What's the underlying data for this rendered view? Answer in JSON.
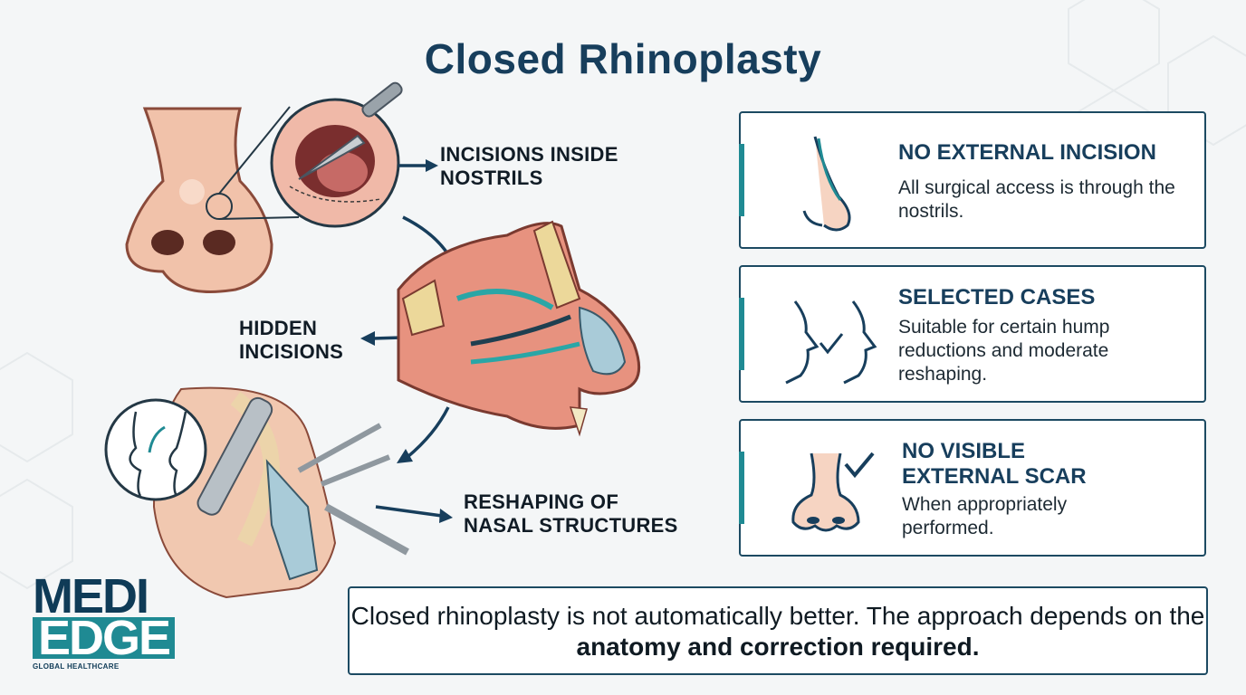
{
  "title": "Closed Rhinoplasty",
  "labels": {
    "incisions_inside": "INCISIONS INSIDE\nNOSTRILS",
    "hidden_incisions": "HIDDEN\nINCISIONS",
    "reshaping": "RESHAPING OF\nNASAL STRUCTURES"
  },
  "cards": [
    {
      "icon": "nose-profile-icon",
      "title": "NO EXTERNAL INCISION",
      "body": "All surgical access is through the nostrils."
    },
    {
      "icon": "face-profiles-check-icon",
      "title": "SELECTED CASES",
      "body": "Suitable for certain hump reductions and moderate reshaping."
    },
    {
      "icon": "nose-front-check-icon",
      "title": "NO VISIBLE\nEXTERNAL SCAR",
      "body": "When appropriately performed."
    }
  ],
  "footer": {
    "text_plain": "Closed rhinoplasty is not automatically better. The approach depends on the ",
    "text_bold": "anatomy and correction required."
  },
  "logo": {
    "line1": "MEDI",
    "line2": "EDGE",
    "tagline": "GLOBAL HEALTHCARE"
  },
  "colors": {
    "navy": "#173e5c",
    "teal": "#1f8a93",
    "skin": "#f3c9b3",
    "tissue": "#d9786f"
  }
}
